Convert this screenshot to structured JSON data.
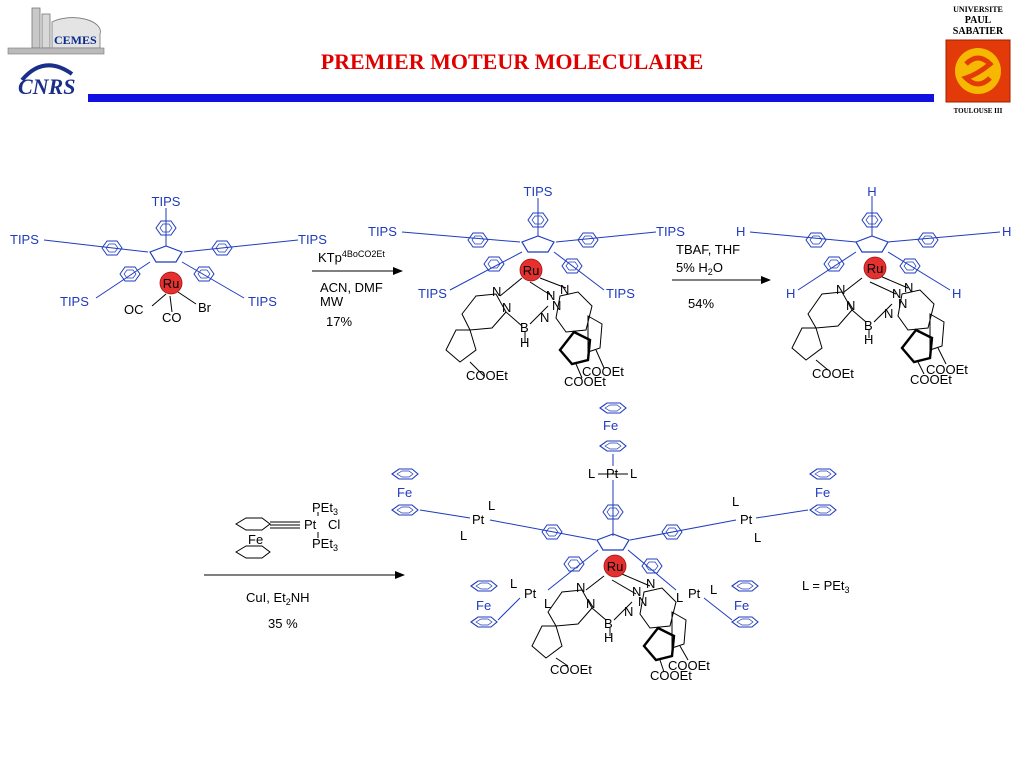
{
  "header": {
    "title": "PREMIER MOTEUR MOLECULAIRE",
    "logo_left_label": "CEMES",
    "logo_cnrs_label": "CNRS",
    "logo_right_top": [
      "UNIVERSITE",
      "PAUL",
      "SABATIER"
    ],
    "logo_right_bottom": "TOULOUSE III",
    "rule_color": "#1010e0",
    "title_color": "#e00000"
  },
  "scheme": {
    "molecule1": {
      "tips": [
        "TIPS",
        "TIPS",
        "TIPS",
        "TIPS",
        "TIPS"
      ],
      "metal": "Ru",
      "ligands": [
        "OC",
        "CO",
        "Br"
      ]
    },
    "step1": {
      "reagent_main": "KTp",
      "reagent_sup": "4BoCO2Et",
      "conditions": [
        "ACN, DMF",
        "MW"
      ],
      "yield": "17%"
    },
    "molecule2": {
      "tips": [
        "TIPS",
        "TIPS",
        "TIPS",
        "TIPS",
        "TIPS"
      ],
      "metal": "Ru",
      "n_labels": [
        "N",
        "N",
        "N",
        "N",
        "N",
        "N"
      ],
      "boron": "B",
      "h_label": "H",
      "esters": [
        "COOEt",
        "COOEt",
        "COOEt"
      ]
    },
    "step2": {
      "reagent": "TBAF, THF",
      "water_prefix": "5% H",
      "water_sub": "2",
      "water_suffix": "O",
      "yield": "54%"
    },
    "molecule3": {
      "h_ends": [
        "H",
        "H",
        "H",
        "H",
        "H"
      ],
      "metal": "Ru",
      "n_labels": [
        "N",
        "N",
        "N",
        "N",
        "N",
        "N"
      ],
      "boron": "B",
      "h_label": "H",
      "esters": [
        "COOEt",
        "COOEt",
        "COOEt"
      ]
    },
    "step3": {
      "reagent_fe": "Fe",
      "reagent_pt": "Pt",
      "reagent_cl": "Cl",
      "reagent_pet3_top": "PEt",
      "reagent_pet3_bottom": "PEt",
      "reagent_sub": "3",
      "conditions_prefix": "CuI, Et",
      "conditions_sub": "2",
      "conditions_suffix": "NH",
      "yield": "35 %"
    },
    "molecule4": {
      "fe": [
        "Fe",
        "Fe",
        "Fe",
        "Fe",
        "Fe"
      ],
      "pt": [
        "Pt",
        "Pt",
        "Pt",
        "Pt",
        "Pt"
      ],
      "l_labels": [
        "L",
        "L",
        "L",
        "L",
        "L",
        "L",
        "L",
        "L",
        "L",
        "L"
      ],
      "metal": "Ru",
      "n_labels": [
        "N",
        "N",
        "N",
        "N",
        "N",
        "N"
      ],
      "boron": "B",
      "h_label": "H",
      "esters": [
        "COOEt",
        "COOEt",
        "COOEt"
      ],
      "legend_prefix": "L = PEt",
      "legend_sub": "3"
    }
  }
}
